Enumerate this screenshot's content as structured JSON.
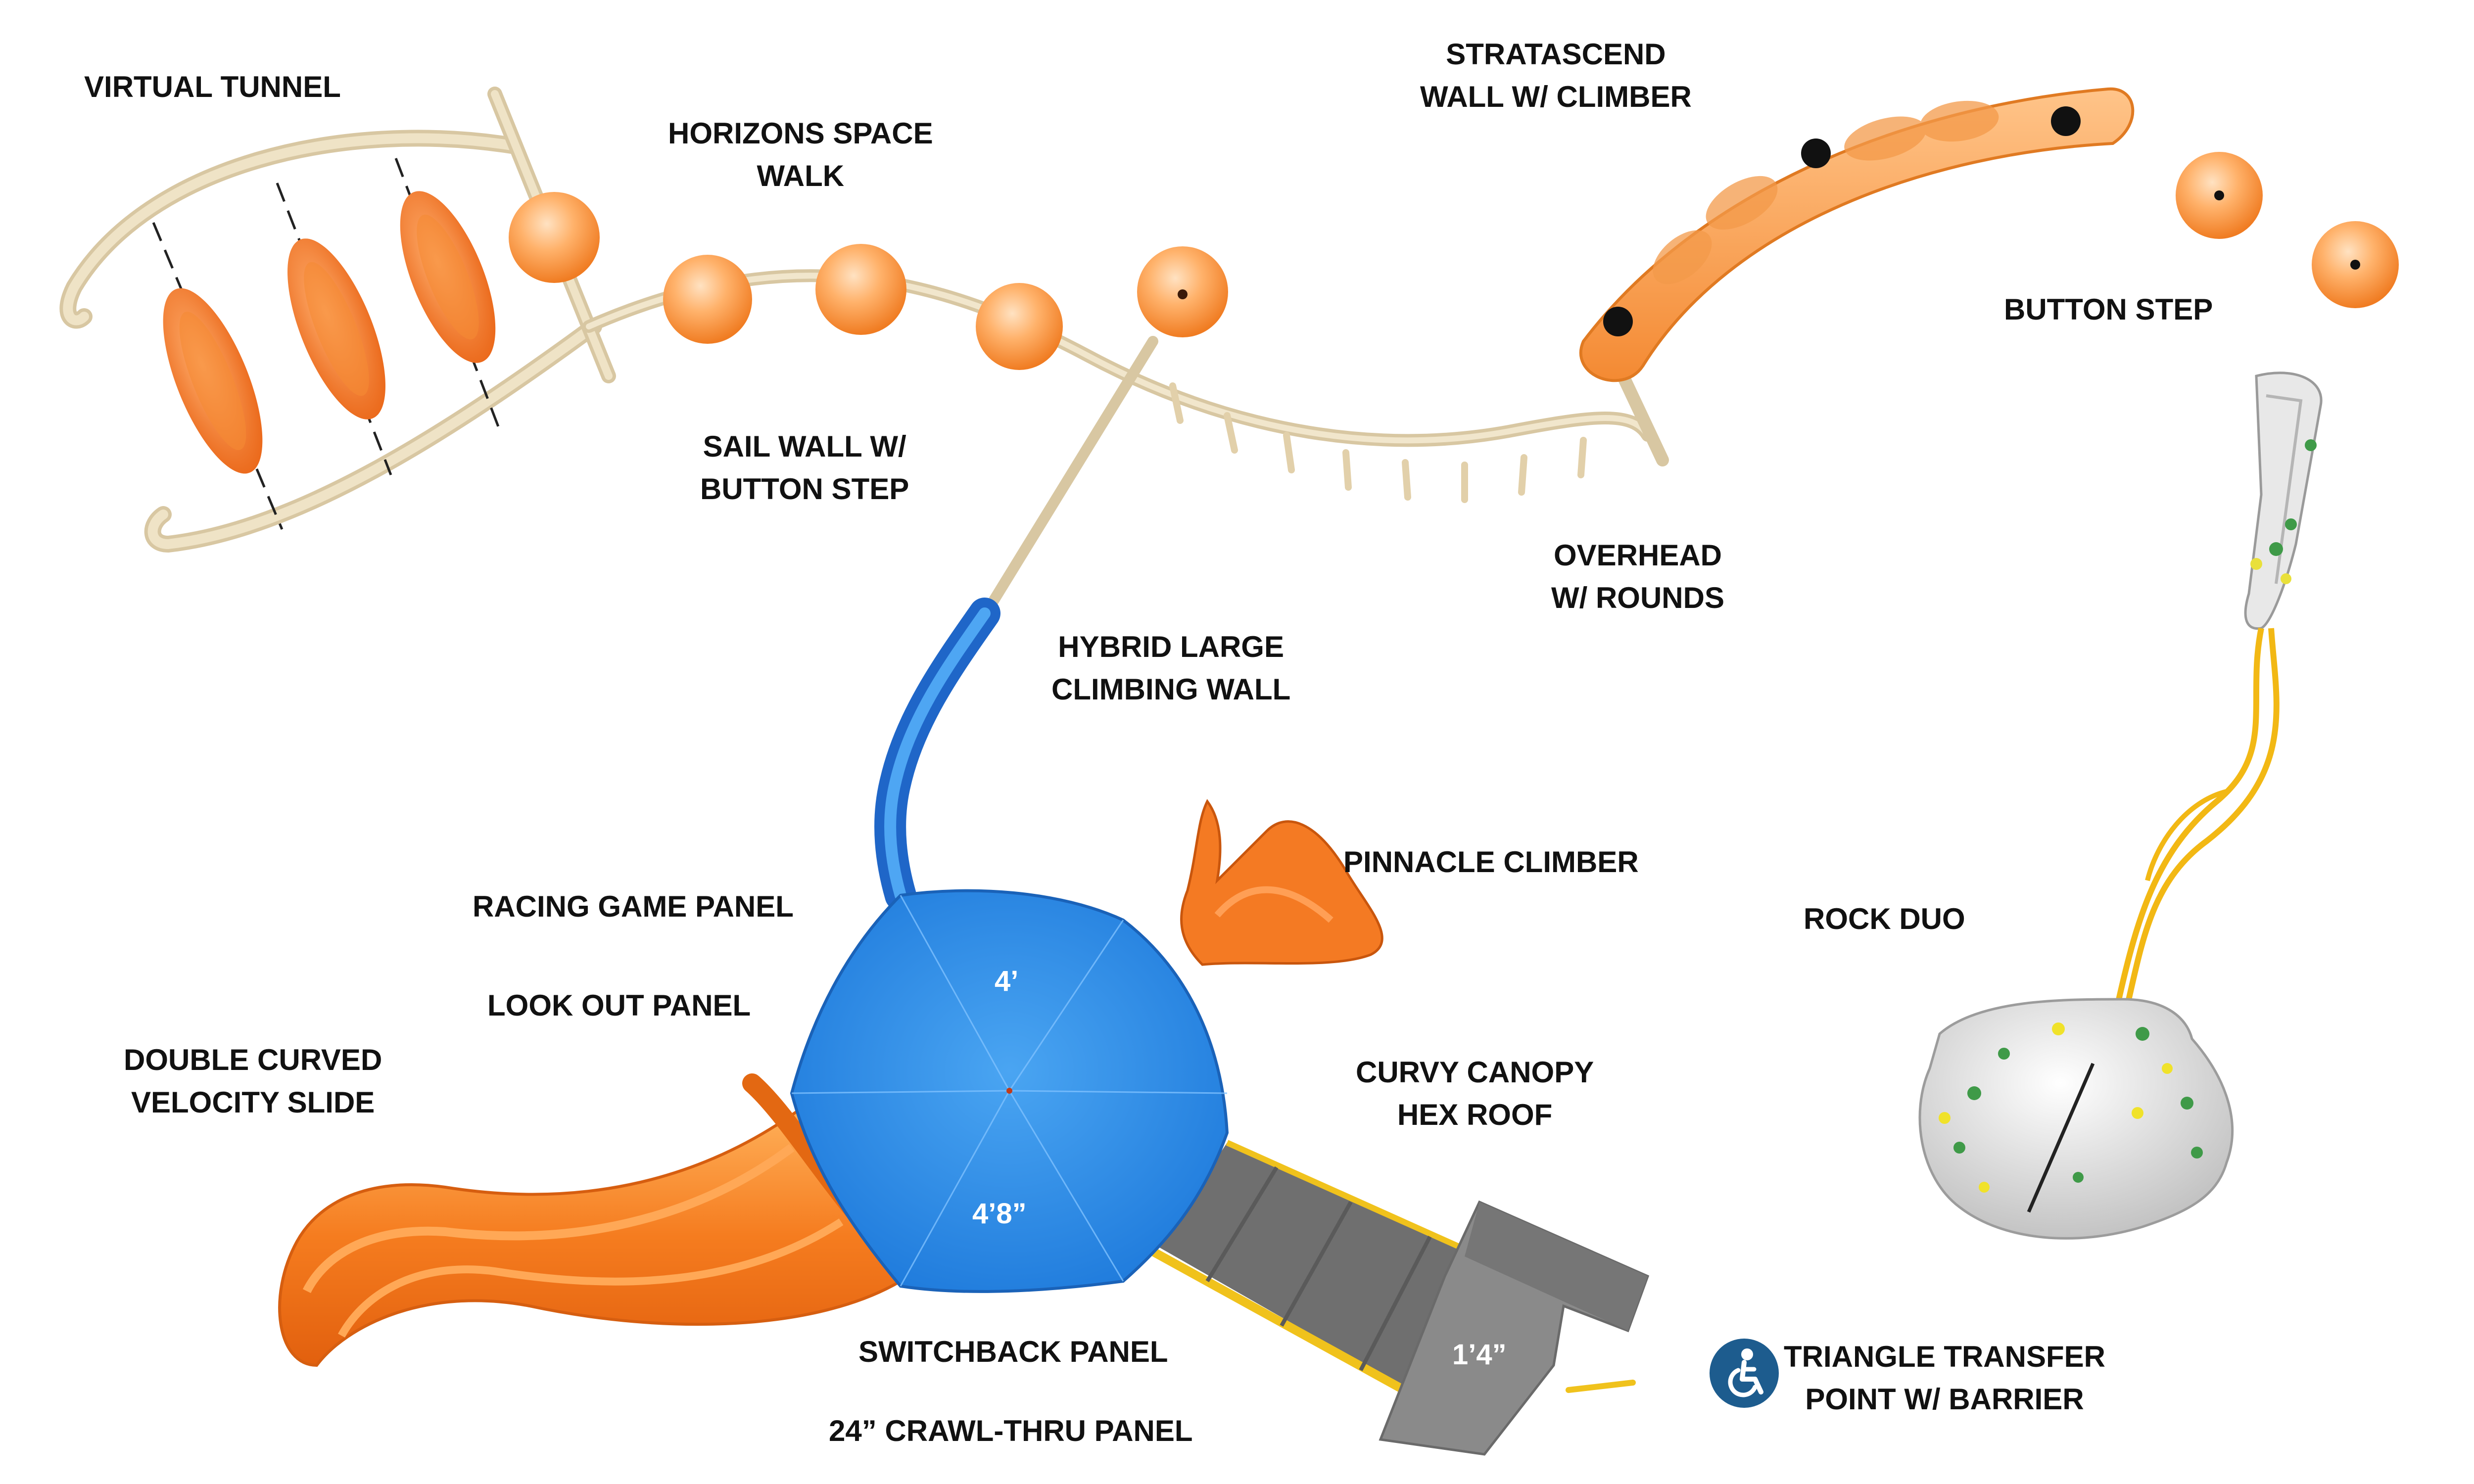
{
  "colors": {
    "accent_orange": "#f28a2e",
    "slide_orange": "#f57c1f",
    "hex_blue": "#2f8fe8",
    "tube_blue": "#1f6fd8",
    "rail_tan": "#ecdcbc",
    "deck_gray": "#7a7a7a",
    "climber_yellow": "#f5c21a",
    "rock_gray": "#e6e6e6",
    "ada_blue": "#1d5c8e"
  },
  "labels": {
    "virtual_tunnel": [
      "VIRTUAL TUNNEL"
    ],
    "horizons_space_walk": [
      "HORIZONS SPACE",
      "WALK"
    ],
    "stratascend": [
      "STRATASCEND",
      "WALL W/ CLIMBER"
    ],
    "button_step": [
      "BUTTON STEP"
    ],
    "sail_wall": [
      "SAIL WALL W/",
      "BUTTON STEP"
    ],
    "overhead": [
      "OVERHEAD",
      "W/ ROUNDS"
    ],
    "hybrid_wall": [
      "HYBRID LARGE",
      "CLIMBING WALL"
    ],
    "pinnacle": [
      "PINNACLE CLIMBER"
    ],
    "racing_game": [
      "RACING GAME PANEL"
    ],
    "rock_duo": [
      "ROCK DUO"
    ],
    "look_out": [
      "LOOK OUT PANEL"
    ],
    "double_slide": [
      "DOUBLE CURVED",
      "VELOCITY SLIDE"
    ],
    "curvy_canopy": [
      "CURVY CANOPY",
      "HEX ROOF"
    ],
    "switchback": [
      "SWITCHBACK PANEL"
    ],
    "triangle_transfer": [
      "TRIANGLE TRANSFER",
      "POINT W/ BARRIER"
    ],
    "crawl_thru": [
      "24” CRAWL-THRU PANEL"
    ]
  },
  "dimensions": {
    "hex_upper": "4’",
    "hex_lower": "4’8”",
    "transfer_deck": "1’4”"
  },
  "icons": {
    "accessibility": "wheelchair-accessibility-icon"
  }
}
